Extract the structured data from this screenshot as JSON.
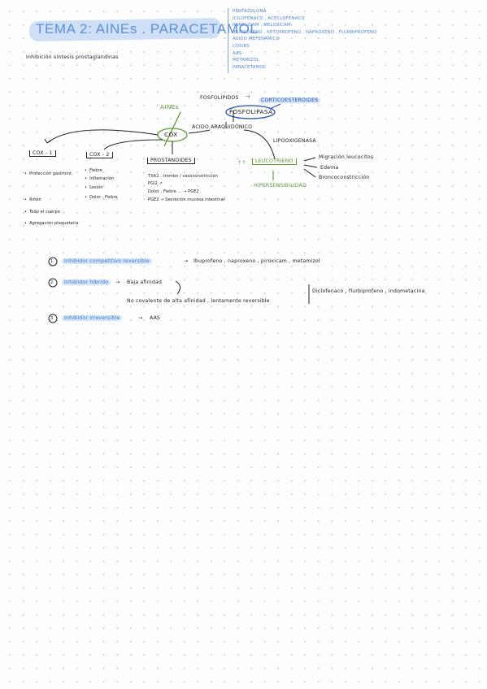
{
  "header": {
    "title": "TEMA 2: AINEs . PARACETAMOL",
    "subtitle": "Inhibición síntesis prostaglandinas"
  },
  "drug_list": [
    "PENTAZOLONA",
    "ICILOFENACO , ACECLOFENACO",
    "RANELICAM , MELOXICAM",
    "IBUPROFENO , KETOPROFENO , NAPROXENO , FLURBIPROFENO",
    "ÁCIDO MEFENÁMICO",
    "COXIBS",
    "AAS",
    "METAMIZOL",
    "PARACETAMOL"
  ],
  "diagram": {
    "fosfolipidos": "FOSFOLÍPIDOS",
    "inhibit_mark": "⊣",
    "corticoesteroides": "CORTICOESTEROIDES",
    "fosfolipasa": "FOSFOLIPASA",
    "acido_araquidonico": "ÁCIDO ARAQUIDÓNICO",
    "aines": "AINEs",
    "cox": "COX",
    "lipooxigenasa": "LIPOOXIGENASA",
    "cox1": "COX - 1",
    "cox1_items": [
      "Protección gastroint.",
      "Riñón",
      "Todo el cuerpo",
      "Agregación plaquetaria"
    ],
    "cox2": "COX - 2",
    "cox2_items": [
      "Fiebre",
      "Inflamación",
      "Lesión",
      "Dolor , Fiebre"
    ],
    "prostanoides": "PROSTANOIDES",
    "prostanoides_items": [
      "TXA2 : trombo / vasoconstricción",
      "PGI2 ↗",
      "Dolor , Fiebre ... → PGE2",
      "PGE2 → Secreción mucosa intestinal"
    ],
    "leucotrieno_prefix": "↑↑",
    "leucotrieno": "LEUCOTRIENO",
    "hipersensibilidad": "HIPERSENSIBILIDAD",
    "leuco_effects": [
      "Migración leucocitos",
      "Edema",
      "Broncoconstricción"
    ]
  },
  "inhibitors": [
    {
      "num": "1",
      "label": "Inhibidor competitivo reversible",
      "arrow": "→",
      "text": "Ibuprofeno , naproxeno , piroxicam , metamizol"
    },
    {
      "num": "2",
      "label": "Inhibidor híbrido",
      "arrow": "→",
      "text": "Baja afinidad",
      "text2": "No covalente de alta afinidad , lentamente reversible",
      "brace_text": "Diclofenaco , flurbiprofeno , indometacina"
    },
    {
      "num": "3",
      "label": "Inhibidor irreversible",
      "arrow": "→",
      "text": "AAS"
    }
  ],
  "colors": {
    "blue": "#3f78cf",
    "green": "#5e9a35",
    "highlight": "#d3e3f8"
  }
}
